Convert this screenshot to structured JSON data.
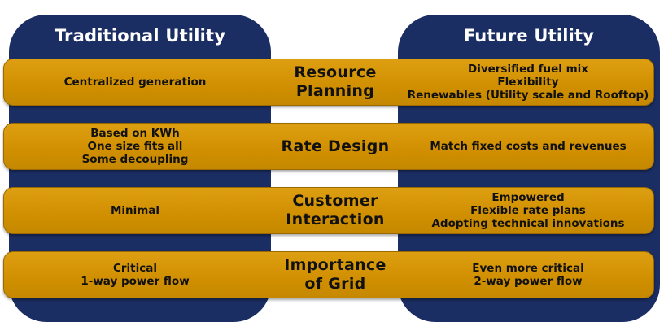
{
  "columns": {
    "traditional": "Traditional Utility",
    "future": "Future Utility"
  },
  "rows": [
    {
      "category": [
        "Resource",
        "Planning"
      ],
      "traditional": [
        "Centralized generation"
      ],
      "future": [
        "Diversified fuel mix",
        "Flexibility",
        "Renewables (Utility scale and Rooftop)"
      ]
    },
    {
      "category": [
        "Rate Design"
      ],
      "traditional": [
        "Based on KWh",
        "One size fits all",
        "Some decoupling"
      ],
      "future": [
        "Match fixed costs and revenues"
      ]
    },
    {
      "category": [
        "Customer",
        "Interaction"
      ],
      "traditional": [
        "Minimal"
      ],
      "future": [
        "Empowered",
        "Flexible rate plans",
        "Adopting technical innovations"
      ]
    },
    {
      "category": [
        "Importance",
        "of Grid"
      ],
      "traditional": [
        "Critical",
        "1-way power flow"
      ],
      "future": [
        "Even more critical",
        "2-way power flow"
      ]
    }
  ],
  "colors": {
    "column": "#1b2e63",
    "band": "#d39400",
    "text": "#111111",
    "title": "#ffffff"
  }
}
